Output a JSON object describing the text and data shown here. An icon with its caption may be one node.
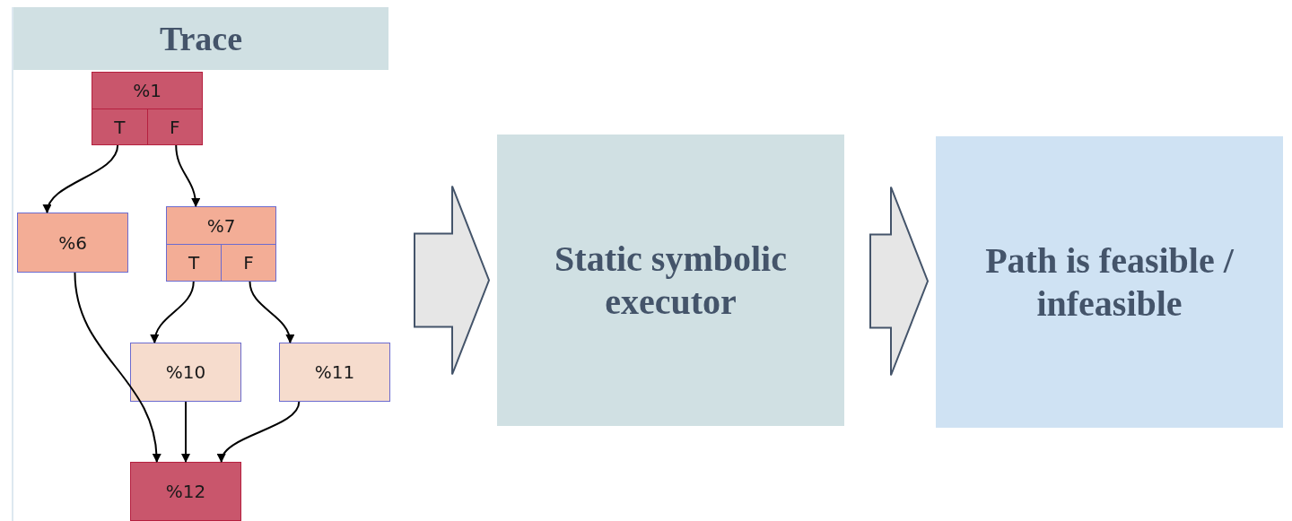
{
  "diagram": {
    "nodes": [
      {
        "text": [
          "Trace"
        ]
      },
      {
        "text": [
          "%1",
          "T",
          "F"
        ],
        "in": 0
      },
      {
        "text": [
          "%6"
        ],
        "in": 0
      },
      {
        "text": [
          "%7",
          "T",
          "F"
        ],
        "in": 0
      },
      {
        "text": [
          "%10"
        ],
        "in": 0
      },
      {
        "text": [
          "%11"
        ],
        "in": 0
      },
      {
        "text": [
          "%12"
        ],
        "in": 0
      },
      {
        "text": [
          "Static symbolic executor"
        ]
      },
      {
        "text": [
          "Path is feasible / infeasible"
        ]
      }
    ],
    "edges": [
      {
        "from": 1,
        "to": 2,
        "arrow": "to"
      },
      {
        "from": 1,
        "to": 3,
        "arrow": "to"
      },
      {
        "from": 3,
        "to": 4,
        "arrow": "to"
      },
      {
        "from": 3,
        "to": 5,
        "arrow": "to"
      },
      {
        "from": 2,
        "to": 6,
        "arrow": "to"
      },
      {
        "from": 4,
        "to": 6,
        "arrow": "to"
      },
      {
        "from": 5,
        "to": 6,
        "arrow": "to"
      },
      {
        "from": 0,
        "to": 7,
        "arrow": "to",
        "style": "thick"
      },
      {
        "from": 7,
        "to": 8,
        "arrow": "to",
        "style": "thick"
      }
    ]
  }
}
